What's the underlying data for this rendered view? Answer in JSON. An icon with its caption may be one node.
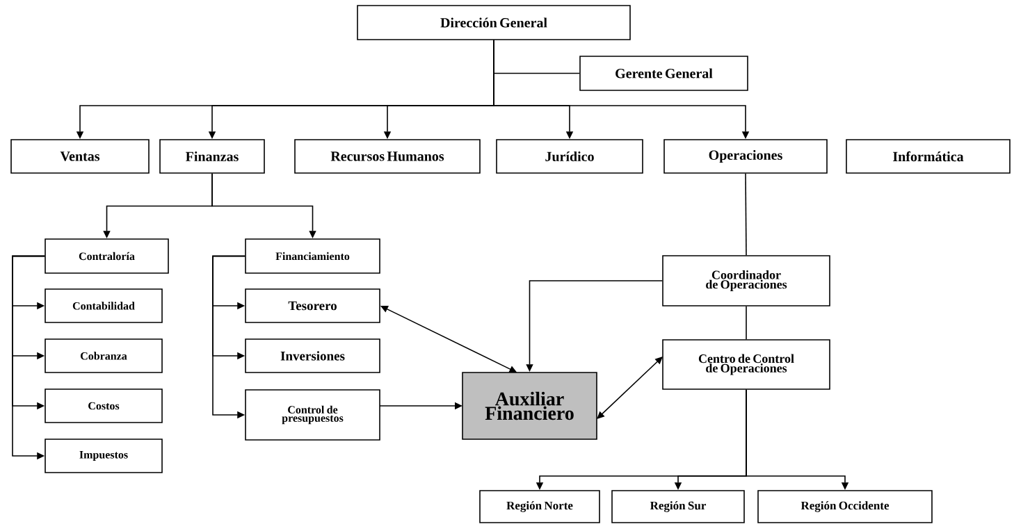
{
  "diagram": {
    "nodes": [
      {
        "text": [
          "Dirección General"
        ]
      },
      {
        "text": [
          "Gerente General"
        ]
      },
      {
        "text": [
          "Ventas"
        ]
      },
      {
        "text": [
          "Finanzas"
        ]
      },
      {
        "text": [
          "Recursos Humanos"
        ]
      },
      {
        "text": [
          "Jurídico"
        ]
      },
      {
        "text": [
          "Operaciones"
        ]
      },
      {
        "text": [
          "Informática"
        ]
      },
      {
        "text": [
          "Contraloría"
        ]
      },
      {
        "text": [
          "Financiamiento"
        ]
      },
      {
        "text": [
          "Contabilidad"
        ]
      },
      {
        "text": [
          "Tesorero"
        ]
      },
      {
        "text": [
          "Cobranza"
        ]
      },
      {
        "text": [
          "Inversiones"
        ]
      },
      {
        "text": [
          "Costos"
        ]
      },
      {
        "text": [
          "Control de presupuestos"
        ]
      },
      {
        "text": [
          "Impuestos"
        ]
      },
      {
        "text": [
          "Coordinador de Operaciones"
        ]
      },
      {
        "text": [
          "Centro de Control de Operaciones"
        ]
      },
      {
        "text": [
          "Auxiliar Financiero"
        ]
      },
      {
        "text": [
          "Región Norte"
        ]
      },
      {
        "text": [
          "Región Sur"
        ]
      },
      {
        "text": [
          "Región Occidente"
        ]
      }
    ],
    "edges": [
      {
        "from": 0,
        "to": 1,
        "arrow": "none"
      },
      {
        "from": 0,
        "to": 2,
        "arrow": "to"
      },
      {
        "from": 0,
        "to": 3,
        "arrow": "to"
      },
      {
        "from": 0,
        "to": 4,
        "arrow": "to"
      },
      {
        "from": 0,
        "to": 5,
        "arrow": "to"
      },
      {
        "from": 0,
        "to": 6,
        "arrow": "to"
      },
      {
        "from": 3,
        "to": 8,
        "arrow": "to"
      },
      {
        "from": 3,
        "to": 9,
        "arrow": "to"
      },
      {
        "from": 8,
        "to": 10,
        "arrow": "to"
      },
      {
        "from": 8,
        "to": 12,
        "arrow": "to"
      },
      {
        "from": 8,
        "to": 14,
        "arrow": "to"
      },
      {
        "from": 8,
        "to": 16,
        "arrow": "to"
      },
      {
        "from": 9,
        "to": 11,
        "arrow": "to"
      },
      {
        "from": 9,
        "to": 13,
        "arrow": "to"
      },
      {
        "from": 9,
        "to": 15,
        "arrow": "to"
      },
      {
        "from": 6,
        "to": 17,
        "arrow": "none"
      },
      {
        "from": 17,
        "to": 19,
        "arrow": "to"
      },
      {
        "from": 11,
        "to": 19,
        "arrow": "both"
      },
      {
        "from": 15,
        "to": 19,
        "arrow": "to"
      },
      {
        "from": 18,
        "to": 19,
        "arrow": "both"
      },
      {
        "from": 17,
        "to": 18,
        "arrow": "none"
      },
      {
        "from": 18,
        "to": 20,
        "arrow": "to"
      },
      {
        "from": 18,
        "to": 21,
        "arrow": "to"
      },
      {
        "from": 18,
        "to": 22,
        "arrow": "to"
      }
    ]
  }
}
